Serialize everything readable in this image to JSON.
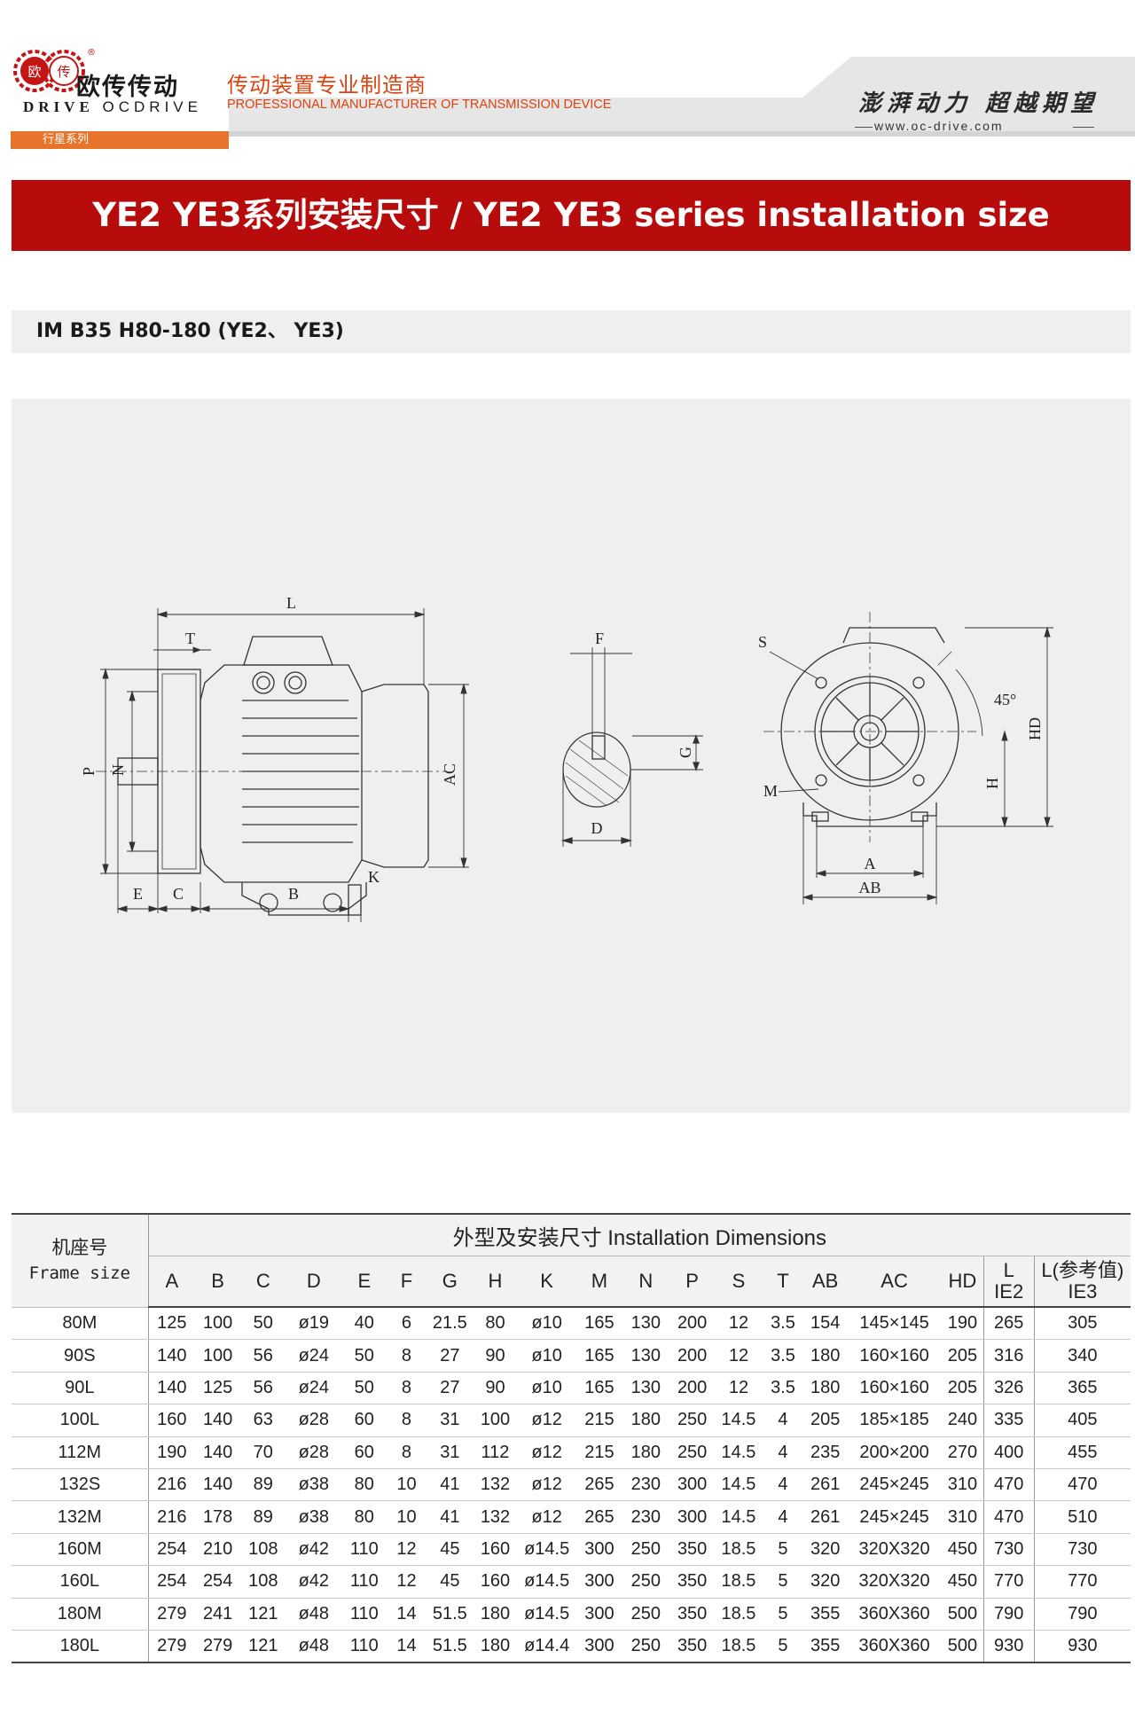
{
  "header": {
    "brand_cn": "欧传传动",
    "brand_en_a": "DRIVE",
    "brand_en_b": "OCDRIVE",
    "logo_chars": [
      "欧",
      "传"
    ],
    "registered": "®",
    "tagline_cn": "传动装置专业制造商",
    "tagline_en": "PROFESSIONAL MANUFACTURER OF TRANSMISSION DEVICE",
    "slogan": "澎湃动力 超越期望",
    "website": "www.oc-drive.com",
    "series_tag": "行星系列"
  },
  "title": "YE2 YE3系列安装尺寸 / YE2 YE3 series installation size",
  "subtitle": "IM B35 H80-180 (YE2、 YE3)",
  "drawing": {
    "labels": {
      "L": "L",
      "T": "T",
      "P": "P",
      "N": "N",
      "AC": "AC",
      "E": "E",
      "C": "C",
      "B": "B",
      "K": "K",
      "F": "F",
      "G": "G",
      "D": "D",
      "S": "S",
      "angle": "45°",
      "HD": "HD",
      "H": "H",
      "M": "M",
      "A": "A",
      "AB": "AB"
    }
  },
  "table": {
    "frame_cn": "机座号",
    "frame_en": "Frame size",
    "dims_title": "外型及安装尺寸 Installation Dimensions",
    "columns": [
      "A",
      "B",
      "C",
      "D",
      "E",
      "F",
      "G",
      "H",
      "K",
      "M",
      "N",
      "P",
      "S",
      "T",
      "AB",
      "AC",
      "HD"
    ],
    "l_ie2_top": "L",
    "l_ie2_bottom": "IE2",
    "l_ie3_top": "L(参考值)",
    "l_ie3_bottom": "IE3",
    "rows": [
      [
        "80M",
        "125",
        "100",
        "50",
        "ø19",
        "40",
        "6",
        "21.5",
        "80",
        "ø10",
        "165",
        "130",
        "200",
        "12",
        "3.5",
        "154",
        "145×145",
        "190",
        "265",
        "305"
      ],
      [
        "90S",
        "140",
        "100",
        "56",
        "ø24",
        "50",
        "8",
        "27",
        "90",
        "ø10",
        "165",
        "130",
        "200",
        "12",
        "3.5",
        "180",
        "160×160",
        "205",
        "316",
        "340"
      ],
      [
        "90L",
        "140",
        "125",
        "56",
        "ø24",
        "50",
        "8",
        "27",
        "90",
        "ø10",
        "165",
        "130",
        "200",
        "12",
        "3.5",
        "180",
        "160×160",
        "205",
        "326",
        "365"
      ],
      [
        "100L",
        "160",
        "140",
        "63",
        "ø28",
        "60",
        "8",
        "31",
        "100",
        "ø12",
        "215",
        "180",
        "250",
        "14.5",
        "4",
        "205",
        "185×185",
        "240",
        "335",
        "405"
      ],
      [
        "112M",
        "190",
        "140",
        "70",
        "ø28",
        "60",
        "8",
        "31",
        "112",
        "ø12",
        "215",
        "180",
        "250",
        "14.5",
        "4",
        "235",
        "200×200",
        "270",
        "400",
        "455"
      ],
      [
        "132S",
        "216",
        "140",
        "89",
        "ø38",
        "80",
        "10",
        "41",
        "132",
        "ø12",
        "265",
        "230",
        "300",
        "14.5",
        "4",
        "261",
        "245×245",
        "310",
        "470",
        "470"
      ],
      [
        "132M",
        "216",
        "178",
        "89",
        "ø38",
        "80",
        "10",
        "41",
        "132",
        "ø12",
        "265",
        "230",
        "300",
        "14.5",
        "4",
        "261",
        "245×245",
        "310",
        "470",
        "510"
      ],
      [
        "160M",
        "254",
        "210",
        "108",
        "ø42",
        "110",
        "12",
        "45",
        "160",
        "ø14.5",
        "300",
        "250",
        "350",
        "18.5",
        "5",
        "320",
        "320X320",
        "450",
        "730",
        "730"
      ],
      [
        "160L",
        "254",
        "254",
        "108",
        "ø42",
        "110",
        "12",
        "45",
        "160",
        "ø14.5",
        "300",
        "250",
        "350",
        "18.5",
        "5",
        "320",
        "320X320",
        "450",
        "770",
        "770"
      ],
      [
        "180M",
        "279",
        "241",
        "121",
        "ø48",
        "110",
        "14",
        "51.5",
        "180",
        "ø14.5",
        "300",
        "250",
        "350",
        "18.5",
        "5",
        "355",
        "360X360",
        "500",
        "790",
        "790"
      ],
      [
        "180L",
        "279",
        "279",
        "121",
        "ø48",
        "110",
        "14",
        "51.5",
        "180",
        "ø14.4",
        "300",
        "250",
        "350",
        "18.5",
        "5",
        "355",
        "360X360",
        "500",
        "930",
        "930"
      ]
    ]
  },
  "colors": {
    "title_red": "#b80c0c",
    "accent_orange": "#e8732a",
    "tagline_orange": "#d94412",
    "panel_gray": "#efefef"
  }
}
